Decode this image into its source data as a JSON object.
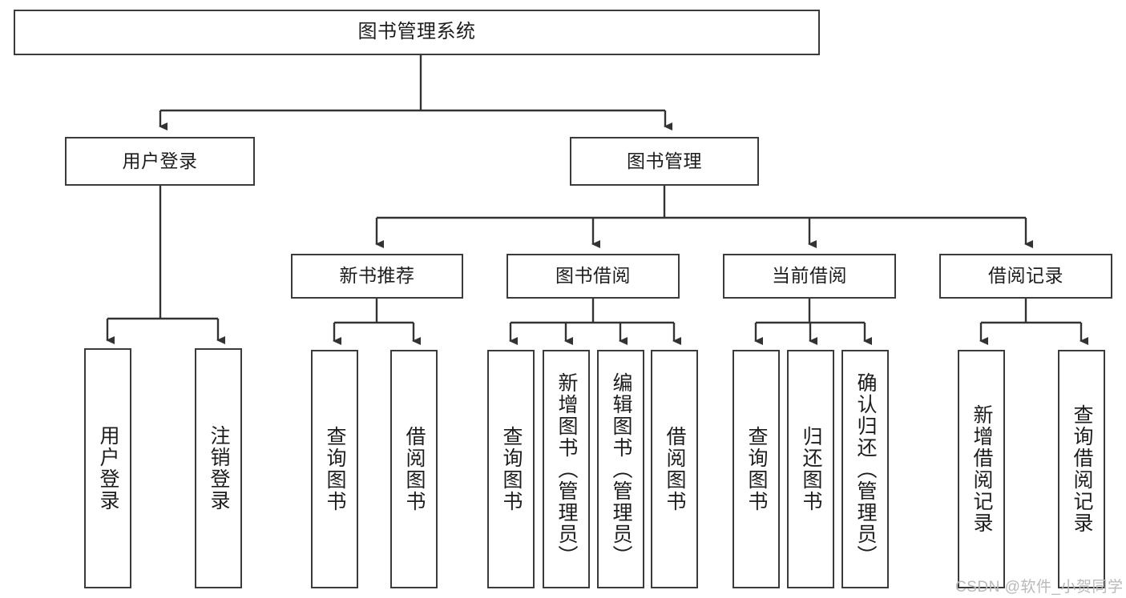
{
  "diagram": {
    "title": "图书管理系统",
    "type": "tree-hierarchy-chart",
    "theme": {
      "background": "#ffffff",
      "box_border": "#3b3b3b",
      "box_fill": "#ffffff",
      "connector": "#333333",
      "text": "#1d1d1d",
      "watermark": "#b9b9b9"
    },
    "nodes": {
      "root": {
        "label": "图书管理系统"
      },
      "level2": [
        {
          "label": "用户登录"
        },
        {
          "label": "图书管理"
        }
      ],
      "level3": [
        {
          "label": "新书推荐"
        },
        {
          "label": "图书借阅"
        },
        {
          "label": "当前借阅"
        },
        {
          "label": "借阅记录"
        }
      ],
      "leaves_user_login": [
        {
          "label": "用户登录"
        },
        {
          "label": "注销登录"
        }
      ],
      "leaves_new_book": [
        {
          "label": "查询图书"
        },
        {
          "label": "借阅图书"
        }
      ],
      "leaves_borrow": [
        {
          "label": "查询图书"
        },
        {
          "label": "新增图书（管理员）"
        },
        {
          "label": "编辑图书（管理员）"
        },
        {
          "label": "借阅图书"
        }
      ],
      "leaves_current": [
        {
          "label": "查询图书"
        },
        {
          "label": "归还图书"
        },
        {
          "label": "确认归还（管理员）"
        }
      ],
      "leaves_records": [
        {
          "label": "新增借阅记录"
        },
        {
          "label": "查询借阅记录"
        }
      ]
    },
    "watermark": "CSDN @软件_小贺同学"
  }
}
